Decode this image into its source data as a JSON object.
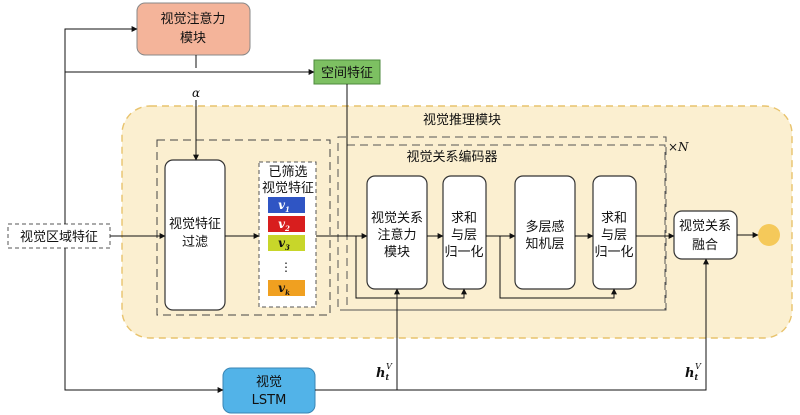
{
  "modules": {
    "attention": {
      "line1": "视觉注意力",
      "line2": "模块"
    },
    "spatial": "空间特征",
    "reasoning": "视觉推理模块",
    "encoder": "视觉关系编码器",
    "repeat": "×N",
    "region": "视觉区域特征",
    "filter": {
      "line1": "视觉特征",
      "line2": "过滤"
    },
    "selected": {
      "line1": "已筛选",
      "line2": "视觉特征"
    },
    "relation_attention": {
      "line1": "视觉关系",
      "line2": "注意力",
      "line3": "模块"
    },
    "addnorm1": {
      "line1": "求和",
      "line2": "与层",
      "line3": "归一化"
    },
    "mlp": {
      "line1": "多层感",
      "line2": "知机层"
    },
    "addnorm2": {
      "line1": "求和",
      "line2": "与层",
      "line3": "归一化"
    },
    "fusion": {
      "line1": "视觉关系",
      "line2": "融合"
    },
    "lstm": {
      "line1": "视觉",
      "line2": "LSTM"
    }
  },
  "symbols": {
    "alpha": "α",
    "vectors": [
      {
        "base": "v",
        "sub": "1",
        "color": "#2f55c4"
      },
      {
        "base": "v",
        "sub": "2",
        "color": "#d81e1e"
      },
      {
        "base": "v",
        "sub": "3",
        "color": "#c8d62a"
      },
      {
        "base": "v",
        "sub": "k",
        "color": "#f0a020"
      }
    ],
    "ellipsis": "⋮",
    "h_base": "h",
    "h_sub": "t",
    "h_sup": "V"
  },
  "colors": {
    "attention_fill": "#f4b49a",
    "spatial_fill": "#7dc062",
    "lstm_fill": "#52b3e8",
    "reasoning_fill": "#fbefd0",
    "reasoning_border": "#e8c36d",
    "output_circle": "#f5c95a"
  }
}
